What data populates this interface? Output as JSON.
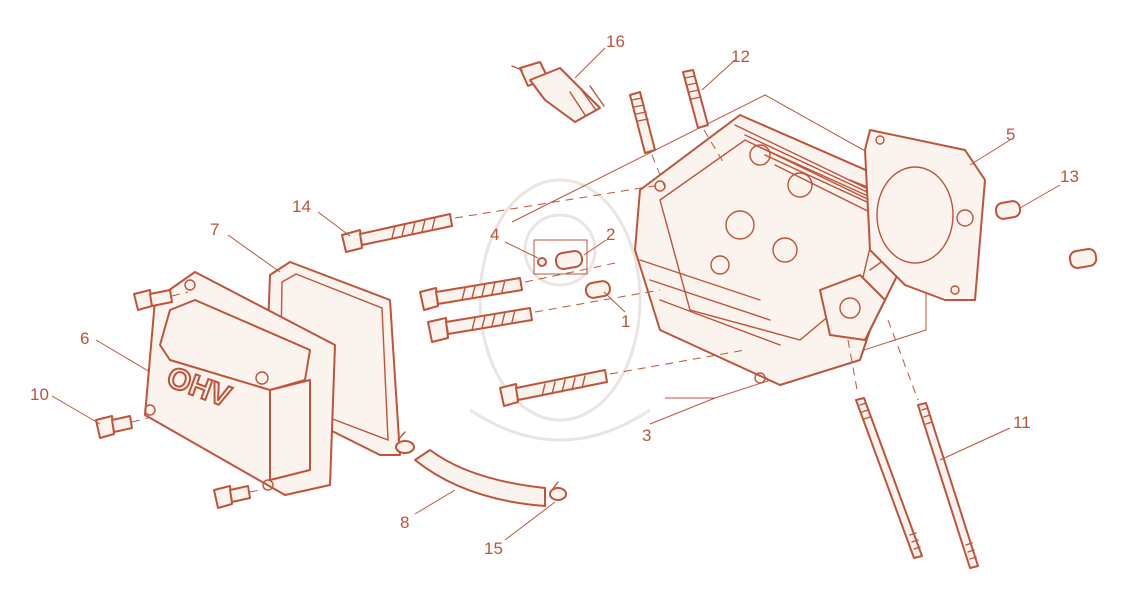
{
  "diagram": {
    "accent_color": "#c0533a",
    "cover_lettering": "OHV",
    "callouts": [
      {
        "id": "1",
        "label": "1"
      },
      {
        "id": "2",
        "label": "2"
      },
      {
        "id": "3",
        "label": "3"
      },
      {
        "id": "4",
        "label": "4"
      },
      {
        "id": "5",
        "label": "5"
      },
      {
        "id": "6",
        "label": "6"
      },
      {
        "id": "7",
        "label": "7"
      },
      {
        "id": "8",
        "label": "8"
      },
      {
        "id": "10",
        "label": "10"
      },
      {
        "id": "11",
        "label": "11"
      },
      {
        "id": "12",
        "label": "12"
      },
      {
        "id": "13",
        "label": "13"
      },
      {
        "id": "14",
        "label": "14"
      },
      {
        "id": "15",
        "label": "15"
      },
      {
        "id": "16",
        "label": "16"
      }
    ]
  }
}
